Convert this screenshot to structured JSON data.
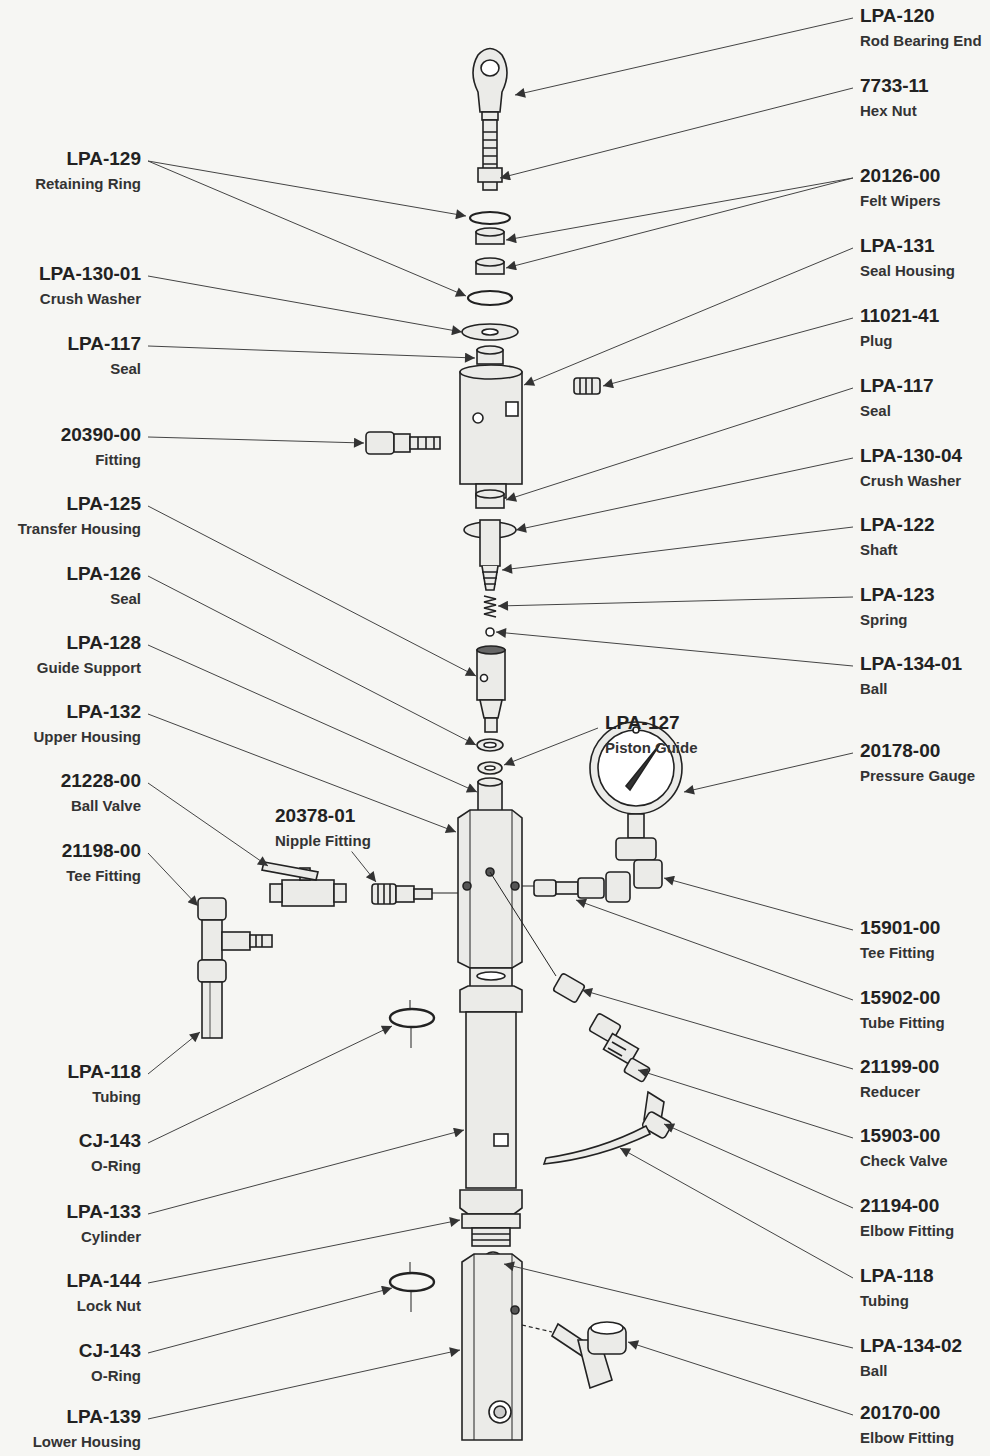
{
  "diagram": {
    "labels": [
      "LPA-120",
      "Rod Bearing End",
      "7733-11",
      "Hex Nut",
      "LPA-129",
      "Retaining Ring",
      "20126-00",
      "Felt Wipers",
      "LPA-131",
      "Seal Housing",
      "LPA-130-01",
      "Crush Washer",
      "11021-41",
      "Plug",
      "LPA-117",
      "Seal",
      "LPA-117",
      "Seal",
      "20390-00",
      "Fitting",
      "LPA-130-04",
      "Crush Washer",
      "LPA-125",
      "Transfer Housing",
      "LPA-122",
      "Shaft",
      "LPA-126",
      "Seal",
      "LPA-123",
      "Spring",
      "LPA-128",
      "Guide Support",
      "LPA-134-01",
      "Ball",
      "LPA-132",
      "Upper Housing",
      "LPA-127",
      "Piston Guide",
      "20178-00",
      "Pressure Gauge",
      "21228-00",
      "Ball Valve",
      "20378-01",
      "Nipple Fitting",
      "21198-00",
      "Tee Fitting",
      "15901-00",
      "Tee Fitting",
      "15902-00",
      "Tube Fitting",
      "21199-00",
      "Reducer",
      "LPA-118",
      "Tubing",
      "15903-00",
      "Check Valve",
      "CJ-143",
      "O-Ring",
      "21194-00",
      "Elbow Fitting",
      "LPA-133",
      "Cylinder",
      "LPA-118",
      "Tubing",
      "LPA-144",
      "Lock Nut",
      "LPA-134-02",
      "Ball",
      "CJ-143",
      "O-Ring",
      "LPA-139",
      "Lower Housing",
      "20170-00",
      "Elbow Fitting"
    ]
  }
}
